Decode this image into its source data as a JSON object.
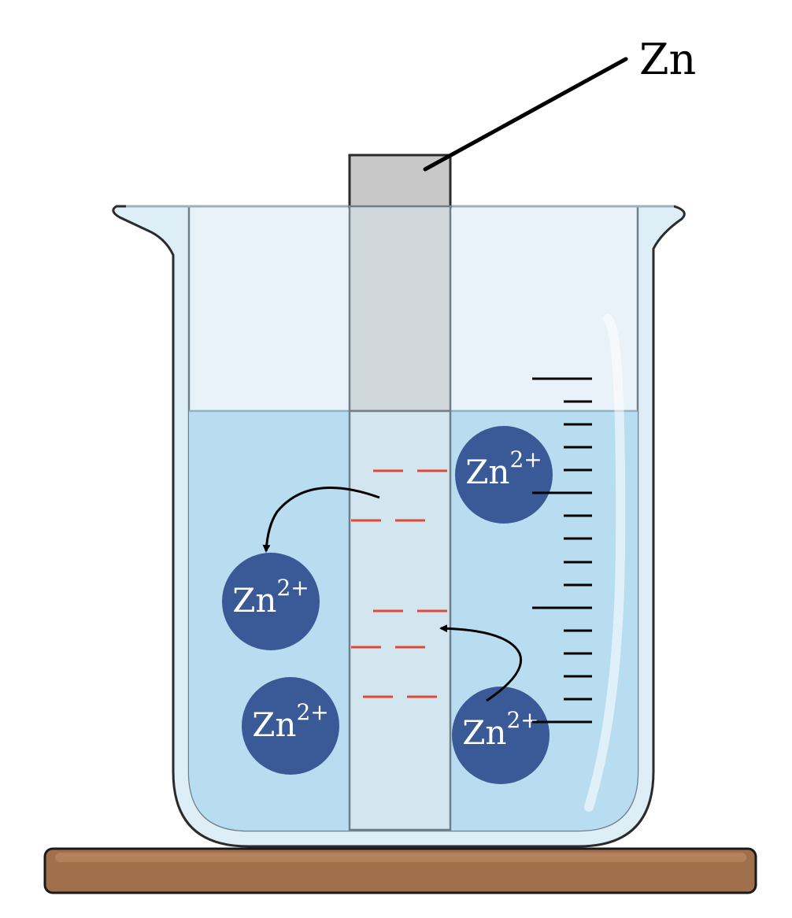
{
  "diagram": {
    "electrode_label": "Zn",
    "ions": [
      {
        "id": "ion-right-top",
        "base": "Zn",
        "charge": "2+"
      },
      {
        "id": "ion-left-upper",
        "base": "Zn",
        "charge": "2+"
      },
      {
        "id": "ion-left-lower",
        "base": "Zn",
        "charge": "2+"
      },
      {
        "id": "ion-right-bottom",
        "base": "Zn",
        "charge": "2+"
      }
    ],
    "colors": {
      "solution": "#b9ddf0",
      "beaker_glass": "#deeef7",
      "zinc_above": "#c8c8c8",
      "zinc_in_glass": "#d0d8dc",
      "zinc_submerged": "#d3e6ef",
      "ion_fill": "#3a5a97",
      "ion_text": "#ffffff",
      "electron_charge": "#e0483a",
      "stand": "#a0704c",
      "outline": "#000000"
    },
    "icons": {
      "electrode": "zinc-electrode-icon",
      "beaker": "beaker-icon",
      "stand": "wooden-stand-icon",
      "arrow": "curved-arrow-icon"
    }
  }
}
